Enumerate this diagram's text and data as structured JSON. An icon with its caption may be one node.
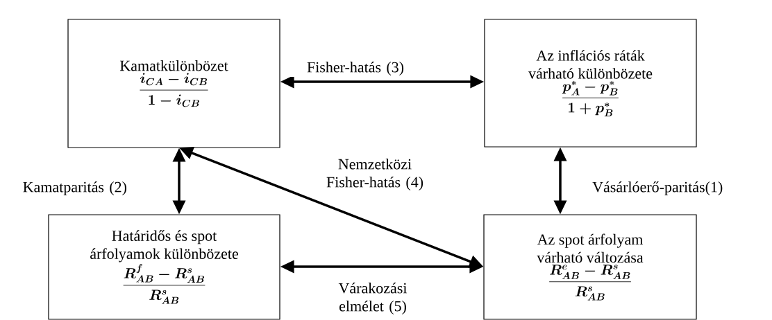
{
  "diagram": {
    "nodes": [
      {
        "text": [
          "Kamatkülönbözet",
          "\\frac{i_{CA}-i_{CB}}{1-i_{CB}}"
        ]
      },
      {
        "text": [
          "Az inflációs ráták várható különbözete",
          "\\frac{p_{A}^{*}-p_{B}^{*}}{1+p_{B}^{*}}"
        ]
      },
      {
        "text": [
          "Határidős és spot árfolyamok különbözete",
          "\\frac{R_{AB}^{f}-R_{AB}^{s}}{R_{AB}^{s}}"
        ]
      },
      {
        "text": [
          "Az spot árfolyam várható változása",
          "\\frac{R_{AB}^{e}-R_{AB}^{s}}{R_{AB}^{s}}"
        ]
      }
    ],
    "edges": [
      {
        "from": 0,
        "to": 1,
        "arrow": "both",
        "label": "Fisher-hatás (3)"
      },
      {
        "from": 1,
        "to": 3,
        "arrow": "both",
        "label": "Vásárlóerő-paritás(1)"
      },
      {
        "from": 0,
        "to": 2,
        "arrow": "both",
        "label": "Kamatparitás (2)"
      },
      {
        "from": 0,
        "to": 3,
        "arrow": "both",
        "label": "Nemzetközi Fisher-hatás (4)"
      },
      {
        "from": 2,
        "to": 3,
        "arrow": "both",
        "label": "Várakozási elmélet (5)"
      }
    ]
  }
}
